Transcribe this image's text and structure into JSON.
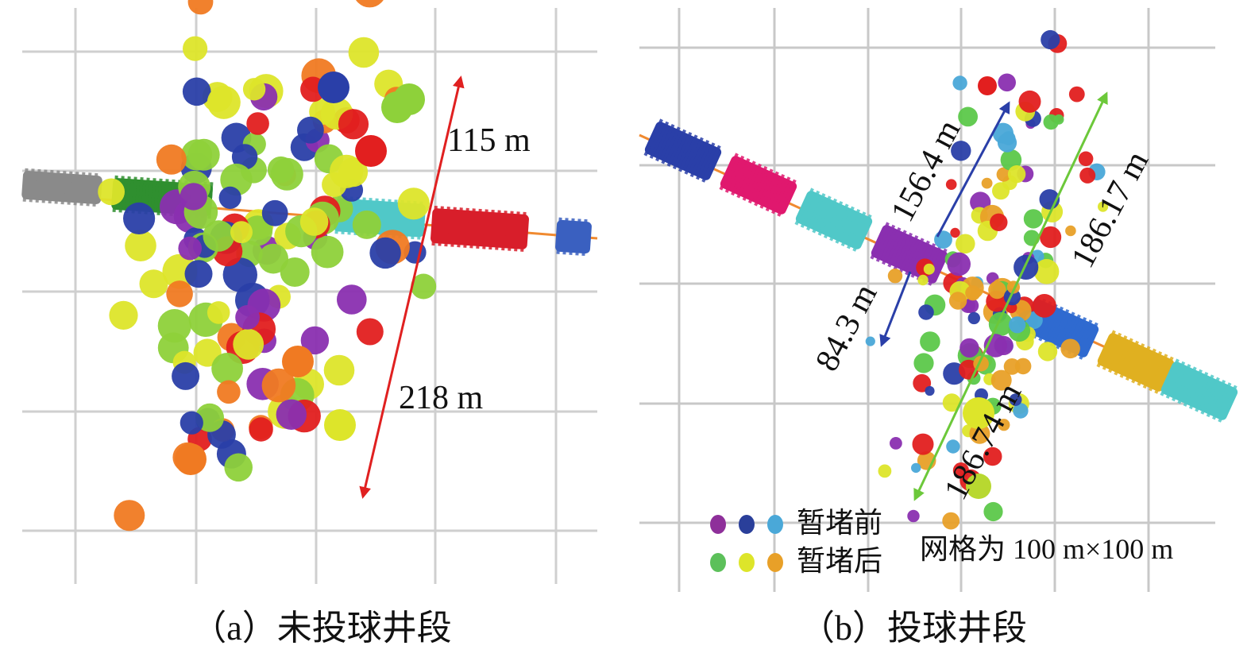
{
  "panel_a": {
    "caption": "（a）未投球井段",
    "labels": {
      "upper": "115 m",
      "lower": "218 m"
    },
    "arrow_color": "#e02020",
    "stage_colors": [
      "#8a8a8a",
      "#2f8f2f",
      "#50c8c8",
      "#d81e2a",
      "#3a60c0"
    ],
    "event_colors": [
      "#8a2fb0",
      "#2a3fa8",
      "#e21f1f",
      "#dde52a",
      "#8ed13a",
      "#f07a22"
    ]
  },
  "panel_b": {
    "caption": "（b）投球井段",
    "labels": {
      "blue_up": "156.4 m",
      "blue_down": "84.3 m",
      "green_up": "186.17 m",
      "green_down": "186.74 m"
    },
    "blue_arrow_color": "#2a3fa8",
    "green_arrow_color": "#6cc83a",
    "stage_colors": [
      "#2a3fa8",
      "#e0186e",
      "#50c8c8",
      "#8a2fb0",
      "#2f6ad0",
      "#e0b020",
      "#50c8c8"
    ],
    "event_colors": [
      "#8a2fb0",
      "#2a3fa8",
      "#4aa8d8",
      "#5cc84a",
      "#dde52a",
      "#e8a028",
      "#e21f1f"
    ],
    "legend": {
      "before_label": "暂堵前",
      "after_label": "暂堵后",
      "before_colors": [
        "#8e2f9a",
        "#2a3f9a",
        "#4aa8d8"
      ],
      "after_colors": [
        "#5cc05a",
        "#dde52a",
        "#e8a028"
      ],
      "grid_note": "网格为 100 m×100 m"
    }
  }
}
